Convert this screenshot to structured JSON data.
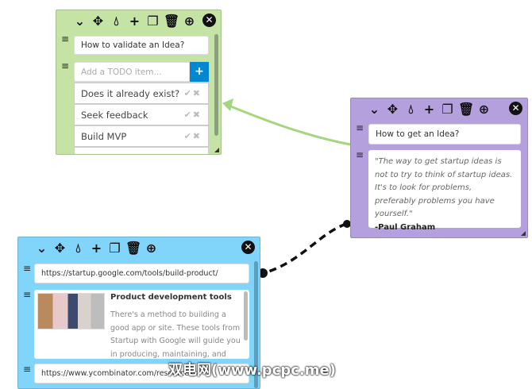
{
  "toolbar_icons": [
    "chevron-down-icon",
    "move-icon",
    "color-drop-icon",
    "plus-icon",
    "copy-icon",
    "trash-icon",
    "zoom-in-icon"
  ],
  "colors": {
    "green": "#c5e3a5",
    "purple": "#b3a0dc",
    "blue": "#81d4fa",
    "accent": "#0288d1",
    "arrow": "#a5d67f"
  },
  "green_card": {
    "title": "How to validate an Idea?",
    "todo_placeholder": "Add a TODO item...",
    "add_label": "+",
    "todos": [
      "Does it already exist?",
      "Seek feedback",
      "Build MVP"
    ]
  },
  "purple_card": {
    "title": "How to get an Idea?",
    "quote": "\"The way to get startup ideas is not to try to think of startup ideas. It's to look for problems, preferably problems you have yourself.\"",
    "author": "-Paul Graham"
  },
  "blue_card": {
    "url1": "https://startup.google.com/tools/build-product/",
    "link_title": "Product development tools",
    "link_desc": "There's a method to building a good app or site. These tools from Startup with Google will guide you in producing, maintaining, and evolving",
    "url2": "https://www.ycombinator.com/resources/"
  },
  "watermark": "双电网(www.pcpc.me)"
}
